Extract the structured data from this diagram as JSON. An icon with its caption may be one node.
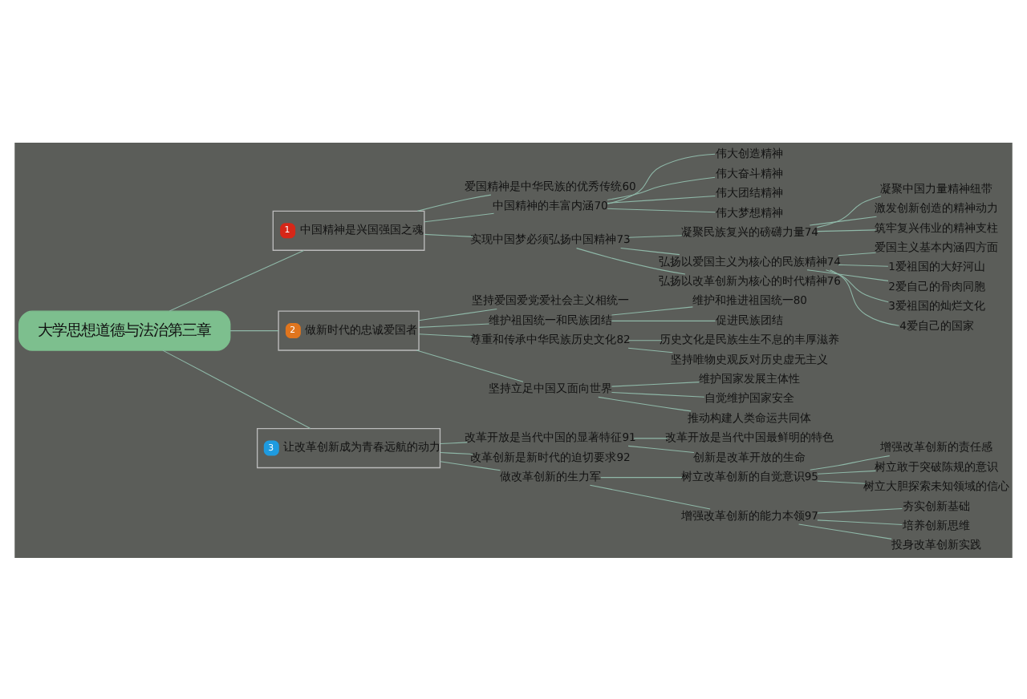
{
  "diagram": {
    "nodes": [
      {
        "text": [
          "大学思想道德与法治第三章"
        ]
      },
      {
        "text": [
          "1",
          "中国精神是兴国强国之魂"
        ]
      },
      {
        "text": [
          "爱国精神是中华民族的优秀传统60"
        ]
      },
      {
        "text": [
          "中国精神的丰富内涵70"
        ]
      },
      {
        "text": [
          "伟大创造精神"
        ]
      },
      {
        "text": [
          "伟大奋斗精神"
        ]
      },
      {
        "text": [
          "伟大团结精神"
        ]
      },
      {
        "text": [
          "伟大梦想精神"
        ]
      },
      {
        "text": [
          "实现中国梦必须弘扬中国精神73"
        ]
      },
      {
        "text": [
          "凝聚民族复兴的磅礴力量74"
        ]
      },
      {
        "text": [
          "凝聚中国力量精神纽带"
        ]
      },
      {
        "text": [
          "激发创新创造的精神动力"
        ]
      },
      {
        "text": [
          "筑牢复兴伟业的精神支柱"
        ]
      },
      {
        "text": [
          "弘扬以爱国主义为核心的民族精神74"
        ]
      },
      {
        "text": [
          "爱国主义基本内涵四方面"
        ]
      },
      {
        "text": [
          "1爱祖国的大好河山"
        ]
      },
      {
        "text": [
          "2爱自己的骨肉同胞"
        ]
      },
      {
        "text": [
          "3爱祖国的灿烂文化"
        ]
      },
      {
        "text": [
          "4爱自己的国家"
        ]
      },
      {
        "text": [
          "弘扬以改革创新为核心的时代精神76"
        ]
      },
      {
        "text": [
          "2",
          "做新时代的忠诚爱国者"
        ]
      },
      {
        "text": [
          "坚持爱国爱党爱社会主义相统一"
        ]
      },
      {
        "text": [
          "维护祖国统一和民族团结"
        ]
      },
      {
        "text": [
          "维护和推进祖国统一80"
        ]
      },
      {
        "text": [
          "促进民族团结"
        ]
      },
      {
        "text": [
          "尊重和传承中华民族历史文化82"
        ]
      },
      {
        "text": [
          "历史文化是民族生生不息的丰厚滋养"
        ]
      },
      {
        "text": [
          "坚持唯物史观反对历史虚无主义"
        ]
      },
      {
        "text": [
          "坚持立足中国又面向世界"
        ]
      },
      {
        "text": [
          "维护国家发展主体性"
        ]
      },
      {
        "text": [
          "自觉维护国家安全"
        ]
      },
      {
        "text": [
          "推动构建人类命运共同体"
        ]
      },
      {
        "text": [
          "3",
          "让改革创新成为青春远航的动力"
        ]
      },
      {
        "text": [
          "改革开放是当代中国的显著特征91"
        ]
      },
      {
        "text": [
          "改革开放是当代中国最鲜明的特色"
        ]
      },
      {
        "text": [
          "创新是改革开放的生命"
        ]
      },
      {
        "text": [
          "改革创新是新时代的迫切要求92"
        ]
      },
      {
        "text": [
          "做改革创新的生力军"
        ]
      },
      {
        "text": [
          "树立改革创新的自觉意识95"
        ]
      },
      {
        "text": [
          "增强改革创新的责任感"
        ]
      },
      {
        "text": [
          "树立敢于突破陈规的意识"
        ]
      },
      {
        "text": [
          "树立大胆探索未知领域的信心"
        ]
      },
      {
        "text": [
          "增强改革创新的能力本领97"
        ]
      },
      {
        "text": [
          "夯实创新基础"
        ]
      },
      {
        "text": [
          "培养创新思维"
        ]
      },
      {
        "text": [
          "投身改革创新实践"
        ]
      }
    ],
    "edges": [
      {
        "from": 0,
        "to": 1,
        "arrow": "none"
      },
      {
        "from": 1,
        "to": 2,
        "arrow": "none"
      },
      {
        "from": 1,
        "to": 3,
        "arrow": "none"
      },
      {
        "from": 3,
        "to": 4,
        "arrow": "none"
      },
      {
        "from": 3,
        "to": 5,
        "arrow": "none"
      },
      {
        "from": 3,
        "to": 6,
        "arrow": "none"
      },
      {
        "from": 3,
        "to": 7,
        "arrow": "none"
      },
      {
        "from": 1,
        "to": 8,
        "arrow": "none"
      },
      {
        "from": 8,
        "to": 9,
        "arrow": "none"
      },
      {
        "from": 9,
        "to": 10,
        "arrow": "none"
      },
      {
        "from": 9,
        "to": 11,
        "arrow": "none"
      },
      {
        "from": 9,
        "to": 12,
        "arrow": "none"
      },
      {
        "from": 8,
        "to": 13,
        "arrow": "none"
      },
      {
        "from": 13,
        "to": 14,
        "arrow": "none"
      },
      {
        "from": 13,
        "to": 15,
        "arrow": "none"
      },
      {
        "from": 13,
        "to": 16,
        "arrow": "none"
      },
      {
        "from": 13,
        "to": 17,
        "arrow": "none"
      },
      {
        "from": 13,
        "to": 18,
        "arrow": "none"
      },
      {
        "from": 8,
        "to": 19,
        "arrow": "none"
      },
      {
        "from": 0,
        "to": 20,
        "arrow": "none"
      },
      {
        "from": 20,
        "to": 21,
        "arrow": "none"
      },
      {
        "from": 20,
        "to": 22,
        "arrow": "none"
      },
      {
        "from": 22,
        "to": 23,
        "arrow": "none"
      },
      {
        "from": 22,
        "to": 24,
        "arrow": "none"
      },
      {
        "from": 20,
        "to": 25,
        "arrow": "none"
      },
      {
        "from": 25,
        "to": 26,
        "arrow": "none"
      },
      {
        "from": 25,
        "to": 27,
        "arrow": "none"
      },
      {
        "from": 20,
        "to": 28,
        "arrow": "none"
      },
      {
        "from": 28,
        "to": 29,
        "arrow": "none"
      },
      {
        "from": 28,
        "to": 30,
        "arrow": "none"
      },
      {
        "from": 28,
        "to": 31,
        "arrow": "none"
      },
      {
        "from": 0,
        "to": 32,
        "arrow": "none"
      },
      {
        "from": 32,
        "to": 33,
        "arrow": "none"
      },
      {
        "from": 33,
        "to": 34,
        "arrow": "none"
      },
      {
        "from": 33,
        "to": 35,
        "arrow": "none"
      },
      {
        "from": 32,
        "to": 36,
        "arrow": "none"
      },
      {
        "from": 32,
        "to": 37,
        "arrow": "none"
      },
      {
        "from": 37,
        "to": 38,
        "arrow": "none"
      },
      {
        "from": 38,
        "to": 39,
        "arrow": "none"
      },
      {
        "from": 38,
        "to": 40,
        "arrow": "none"
      },
      {
        "from": 38,
        "to": 41,
        "arrow": "none"
      },
      {
        "from": 37,
        "to": 42,
        "arrow": "none"
      },
      {
        "from": 42,
        "to": 43,
        "arrow": "none"
      },
      {
        "from": 42,
        "to": 44,
        "arrow": "none"
      },
      {
        "from": 42,
        "to": 45,
        "arrow": "none"
      }
    ]
  }
}
